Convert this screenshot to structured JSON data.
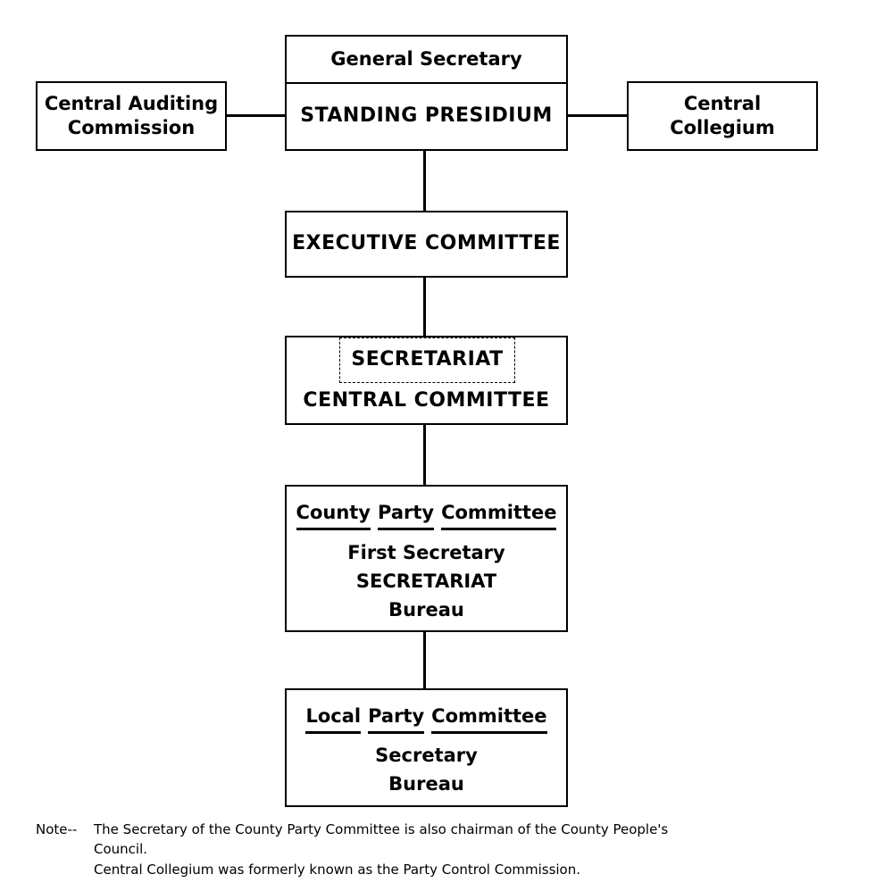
{
  "chart": {
    "general_secretary": "General Secretary",
    "standing_presidium": "STANDING PRESIDIUM",
    "auditing": [
      "Central Auditing",
      "Commission"
    ],
    "collegium": [
      "Central",
      "Collegium"
    ],
    "executive_committee": "EXECUTIVE COMMITTEE",
    "secretariat_dashed": "SECRETARIAT",
    "central_committee": "CENTRAL COMMITTEE",
    "county": {
      "title_words": [
        "County",
        "Party",
        "Committee"
      ],
      "lines": [
        "First Secretary",
        "SECRETARIAT",
        "Bureau"
      ]
    },
    "local": {
      "title_words": [
        "Local",
        "Party",
        "Committee"
      ],
      "lines": [
        "Secretary",
        "Bureau"
      ]
    }
  },
  "note": {
    "prefix": "Note--",
    "line1": "The Secretary of the County Party Committee is also chairman of the County People's",
    "line2": "Council.",
    "line3": "Central Collegium was formerly known as the Party Control Commission."
  }
}
